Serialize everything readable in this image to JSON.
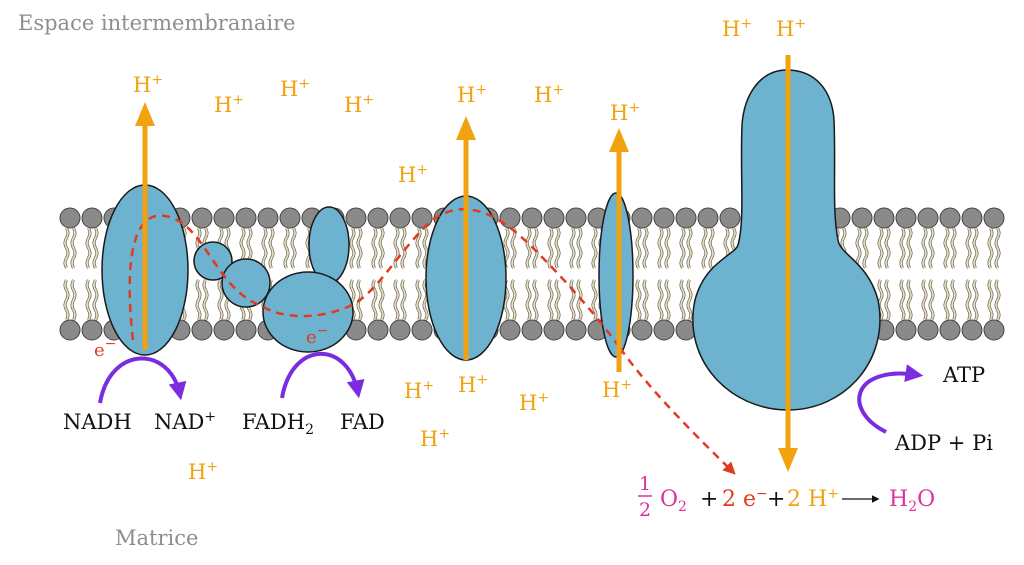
{
  "labels": {
    "intermembrane_space": "Espace intermembranaire",
    "matrix": "Matrice"
  },
  "proton": {
    "base": "H",
    "charge": "+"
  },
  "electron": {
    "base": "e",
    "charge": "−"
  },
  "reactions": {
    "nadh": "NADH",
    "nad_base": "NAD",
    "nad_charge": "+",
    "fadh_base": "FADH",
    "fadh_sub": "2",
    "fad": "FAD",
    "atp": "ATP",
    "adp_pi": "ADP + Pi"
  },
  "equation": {
    "frac_num": "1",
    "frac_den": "2",
    "o2_base": "O",
    "o2_sub": "2",
    "plus1": "+",
    "electrons_coef": "2 e",
    "electrons_charge": "−",
    "plus2": "+",
    "protons_coef": "2 H",
    "protons_charge": "+",
    "product_base": "H",
    "product_sub": "2",
    "product_tail": "O"
  },
  "colors": {
    "protein": "#6db3d0",
    "protein_stroke": "#1a1a1a",
    "proton": "#f2a20e",
    "electron_path": "#e23a1f",
    "reaction_arrow": "#7b2be0",
    "oxygen_water": "#e0309a",
    "lipid_head": "#8a8a8a",
    "lipid_tail": "#e6dcb4",
    "region_label": "#8e8e8e"
  }
}
